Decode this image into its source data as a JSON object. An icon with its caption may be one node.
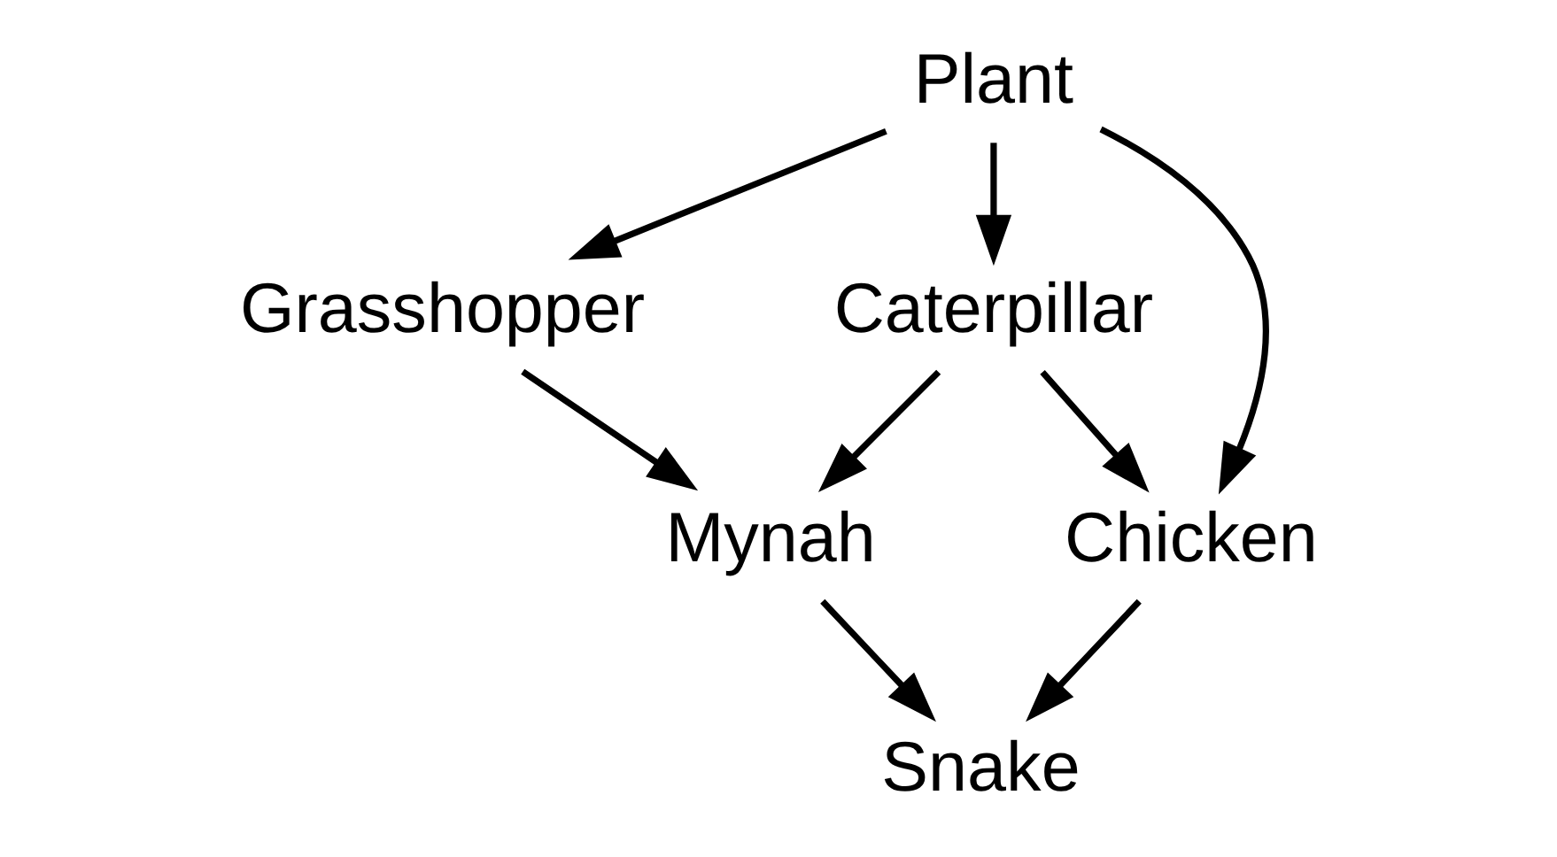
{
  "diagram": {
    "nodes": [
      {
        "text": [
          "Plant"
        ]
      },
      {
        "text": [
          "Grasshopper"
        ]
      },
      {
        "text": [
          "Chicken"
        ]
      },
      {
        "text": [
          "Caterpillar"
        ]
      },
      {
        "text": [
          "Mynah"
        ]
      },
      {
        "text": [
          "Snake"
        ]
      }
    ],
    "edges": [
      {
        "from": 0,
        "to": 1,
        "arrow": "to"
      },
      {
        "from": 0,
        "to": 3,
        "arrow": "to"
      },
      {
        "from": 0,
        "to": 2,
        "arrow": "to"
      },
      {
        "from": 1,
        "to": 4,
        "arrow": "to"
      },
      {
        "from": 3,
        "to": 4,
        "arrow": "to"
      },
      {
        "from": 3,
        "to": 2,
        "arrow": "to"
      },
      {
        "from": 4,
        "to": 5,
        "arrow": "to"
      },
      {
        "from": 2,
        "to": 5,
        "arrow": "to"
      }
    ]
  }
}
